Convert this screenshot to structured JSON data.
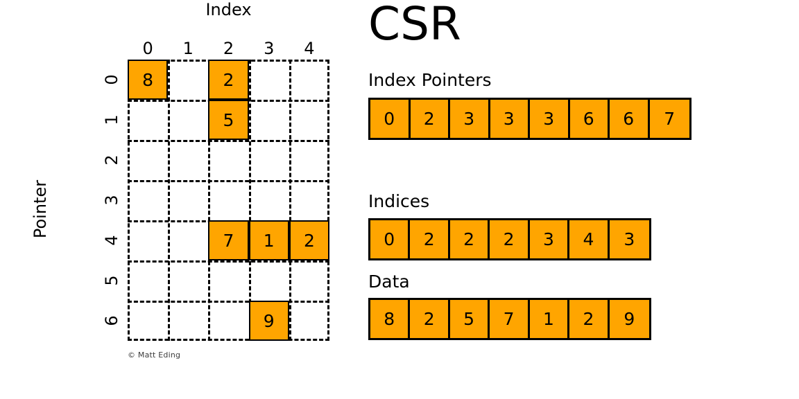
{
  "matrix": {
    "x_axis_title": "Index",
    "y_axis_title": "Pointer",
    "col_labels": [
      "0",
      "1",
      "2",
      "3",
      "4"
    ],
    "row_labels": [
      "0",
      "1",
      "2",
      "3",
      "4",
      "5",
      "6"
    ],
    "n_rows": 7,
    "n_cols": 5,
    "filled_cells": [
      {
        "row": 0,
        "col": 0,
        "value": "8"
      },
      {
        "row": 0,
        "col": 2,
        "value": "2"
      },
      {
        "row": 1,
        "col": 2,
        "value": "5"
      },
      {
        "row": 4,
        "col": 2,
        "value": "7"
      },
      {
        "row": 4,
        "col": 3,
        "value": "1"
      },
      {
        "row": 4,
        "col": 4,
        "value": "2"
      },
      {
        "row": 6,
        "col": 3,
        "value": "9"
      }
    ],
    "credit": "© Matt Eding"
  },
  "csr": {
    "title": "CSR",
    "index_pointers": {
      "label": "Index Pointers",
      "values": [
        "0",
        "2",
        "3",
        "3",
        "3",
        "6",
        "6",
        "7"
      ]
    },
    "indices": {
      "label": "Indices",
      "values": [
        "0",
        "2",
        "2",
        "2",
        "3",
        "4",
        "3"
      ]
    },
    "data": {
      "label": "Data",
      "values": [
        "8",
        "2",
        "5",
        "7",
        "1",
        "2",
        "9"
      ]
    }
  },
  "colors": {
    "cell_fill": "#FFA500",
    "line": "#000000",
    "background": "#FFFFFF"
  }
}
